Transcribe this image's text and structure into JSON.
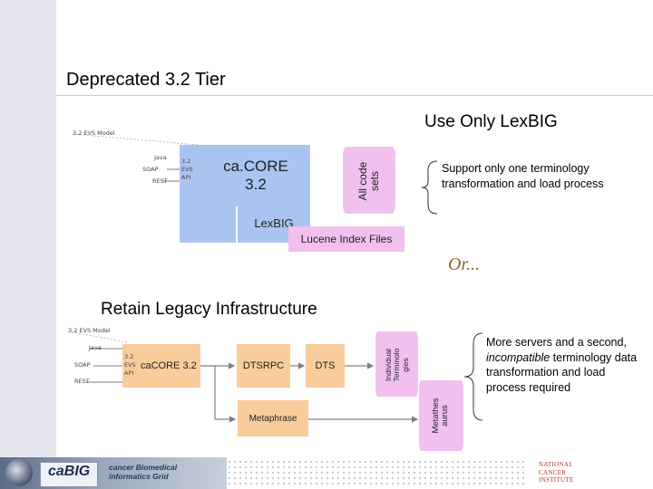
{
  "slide": {
    "title": "Deprecated 3.2 Tier",
    "or_text": "Or...",
    "option1": {
      "heading": "Use Only LexBIG",
      "note": "Support only one terminology transformation and load process"
    },
    "option2": {
      "heading": "Retain Legacy Infrastructure",
      "note_before": "More servers and a second, ",
      "note_emphasis": "incompatible",
      "note_after": " terminology data transformation and load process required"
    }
  },
  "diagram1": {
    "model_label": "3.2 EVS Model",
    "api_lines": [
      "Java",
      "SOAP",
      "REST"
    ],
    "evs_api": "3.2\nEVS\nAPI",
    "cacore": "ca.CORE\n3.2",
    "lexbig": "LexBIG",
    "lucene": "Lucene Index Files",
    "codesets": "All code\nsets"
  },
  "diagram2": {
    "model_label": "3.2 EVS Model",
    "api_lines": [
      "Java",
      "SOAP",
      "REST"
    ],
    "evs_api": "3.2\nEVS\nAPI",
    "cacore": "caCORE 3.2",
    "dtsrpc": "DTSRPC",
    "dts": "DTS",
    "metaphrase": "Metaphrase",
    "terminologies": "Individual\nTerminolo\ngies",
    "metathesaurus": "Metathes\naurus"
  },
  "footer": {
    "cabig_logo": "caBIG",
    "cabig_tagline": "cancer Biomedical\ninformatics Grid",
    "nci_logo": "NATIONAL\nCANCER\nINSTITUTE"
  },
  "colors": {
    "blue_box": "#aac4f2",
    "pink_box": "#f2c0ef",
    "orange_box": "#f9cc9c",
    "or_text": "#8a6a1a",
    "arrow": "#7a7f8a"
  }
}
